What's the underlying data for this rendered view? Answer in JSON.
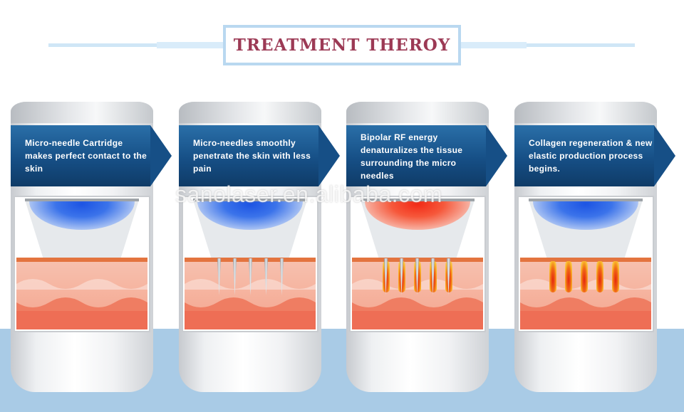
{
  "title": "TREATMENT THEROY",
  "watermark": "sanolaser.en.alibaba.com",
  "colors": {
    "title": "#9c3a55",
    "banner": "#164f86",
    "blue_energy": "#1d54e3",
    "red_energy": "#f22a16",
    "background_band": "#a9cbe6"
  },
  "steps": [
    {
      "text": "Micro-needle Cartridge makes perfect contact to the skin",
      "energy": "blue",
      "needles": "none"
    },
    {
      "text": "Micro-needles smoothly penetrate the skin with less pain",
      "energy": "blue",
      "needles": "needles"
    },
    {
      "text": "Bipolar RF energy denaturalizes the tissue surrounding the micro needles",
      "energy": "red",
      "needles": "heated-needles"
    },
    {
      "text": "Collagen regeneration & new elastic production process begins.",
      "energy": "blue",
      "needles": "heat-zones"
    }
  ]
}
